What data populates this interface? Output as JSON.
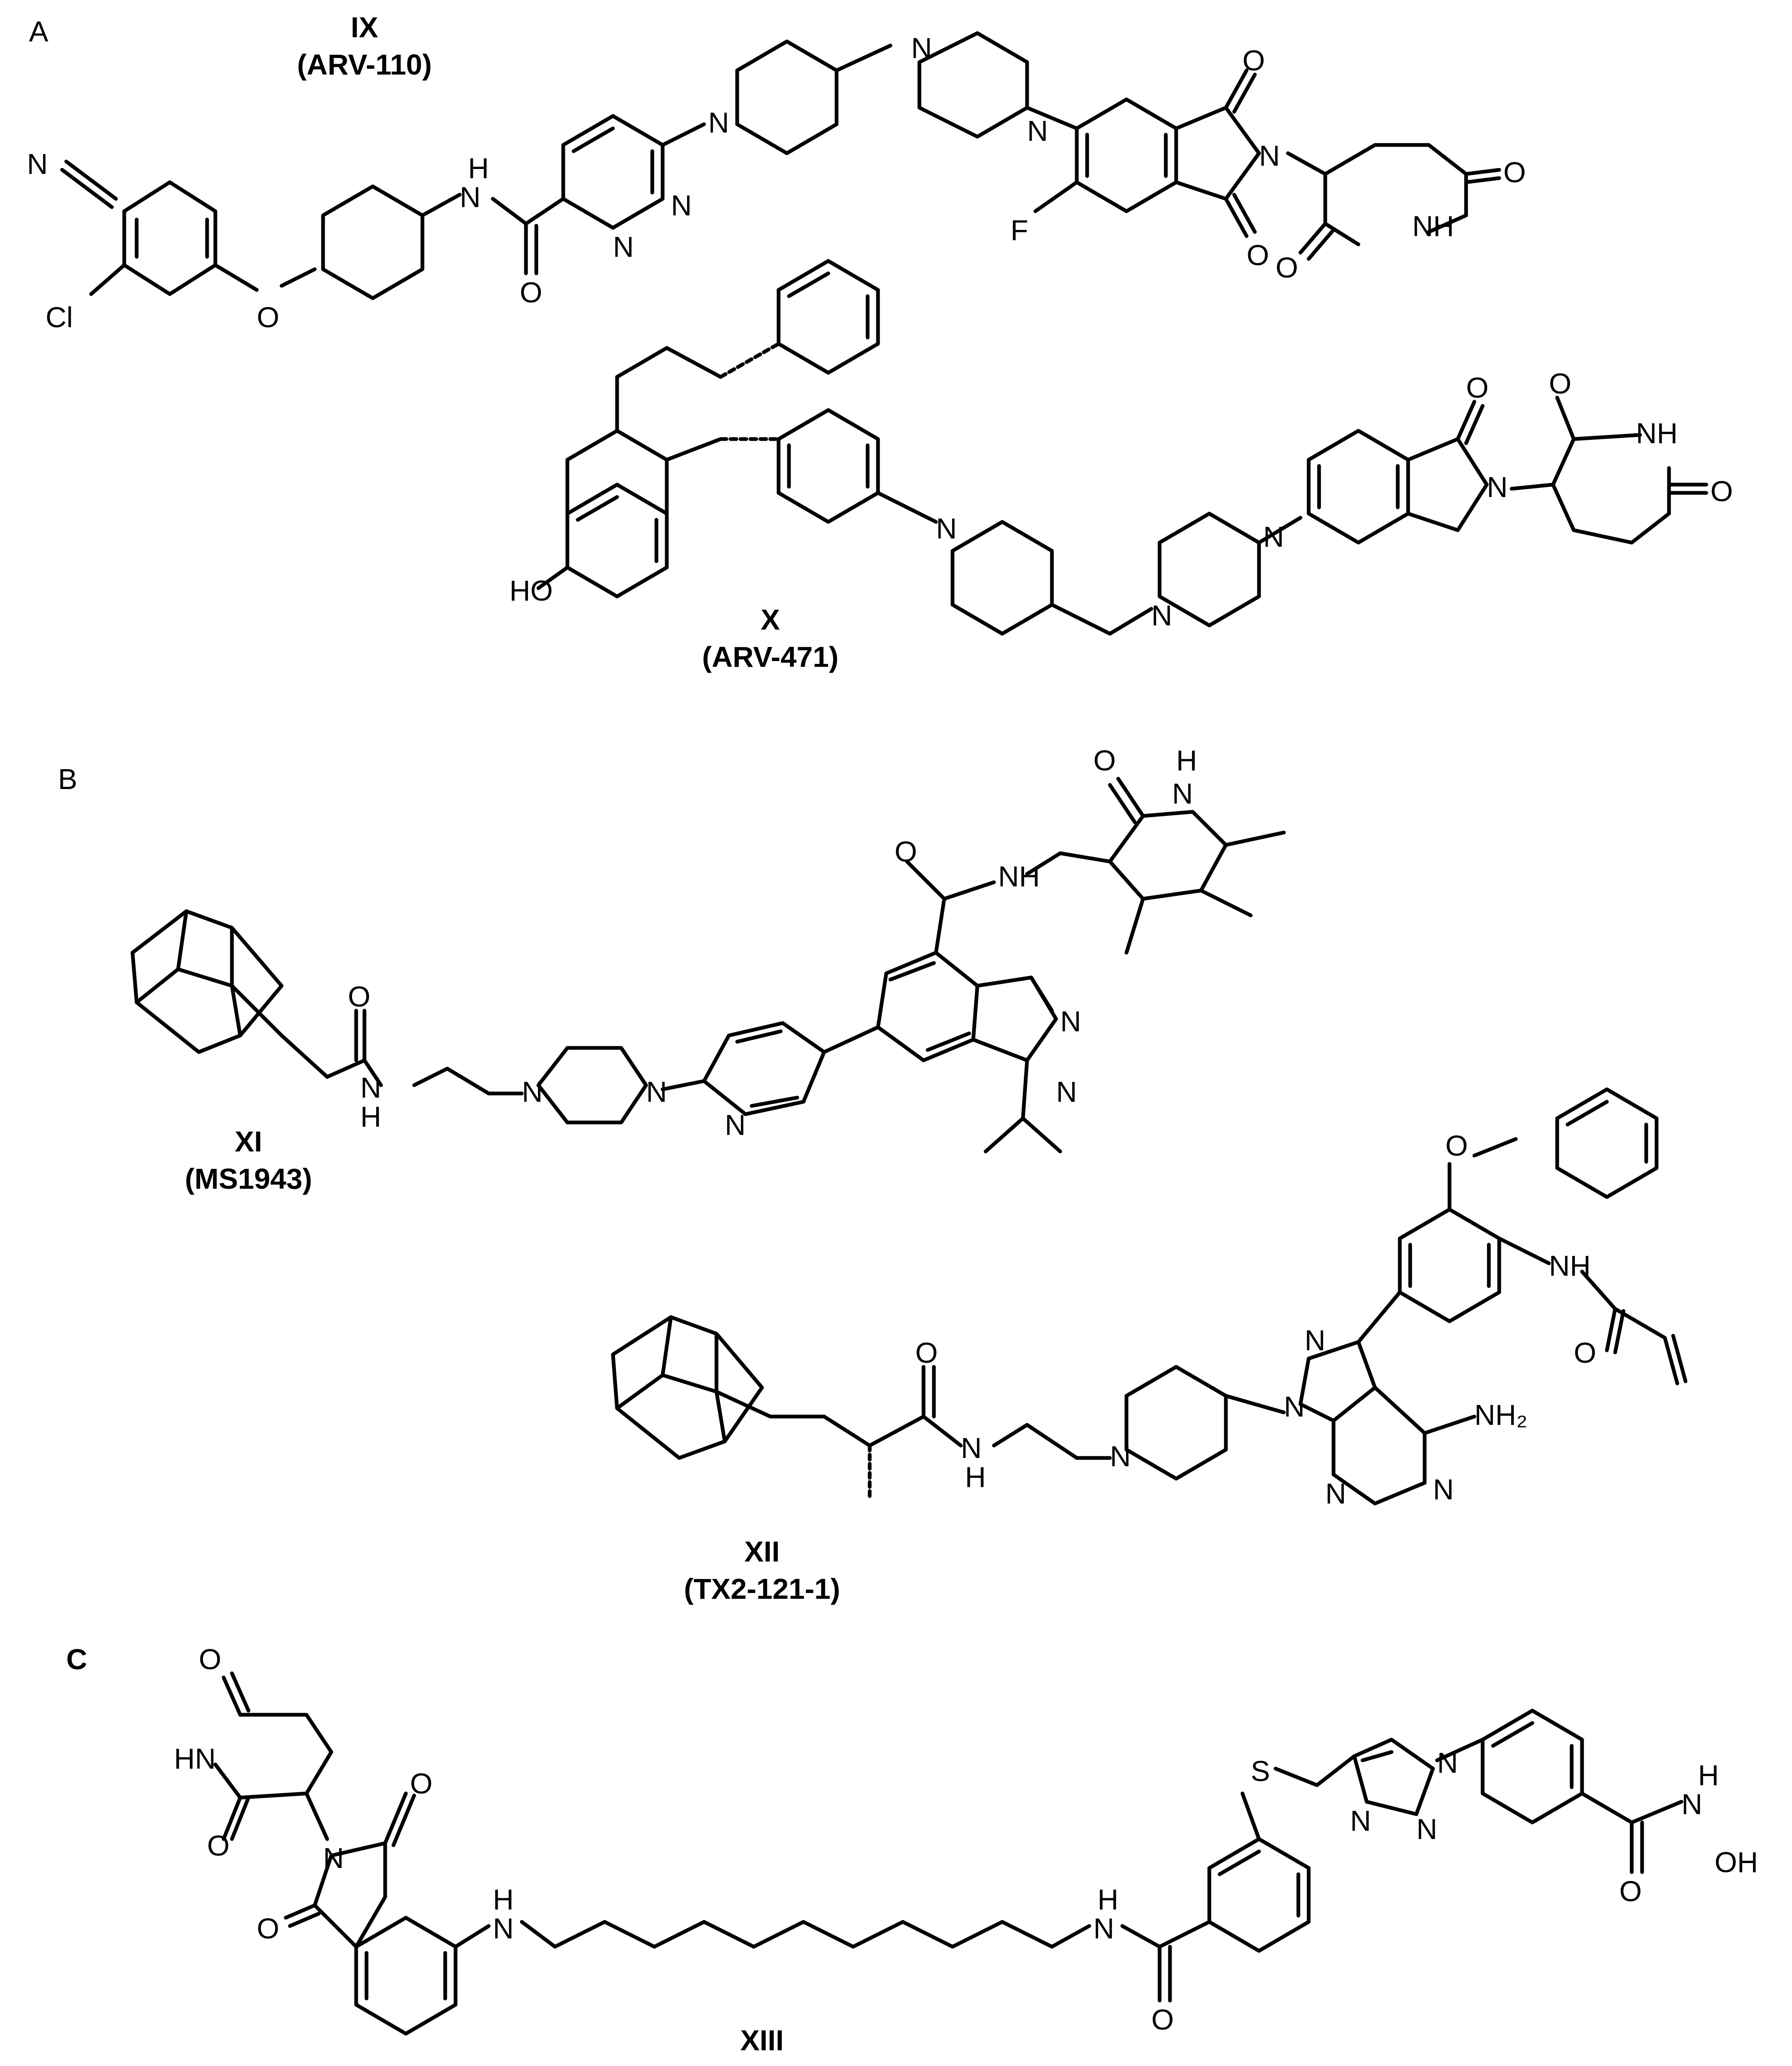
{
  "panels": [
    {
      "label": "A",
      "compounds": [
        {
          "roman": "IX",
          "code": "(ARV-110)"
        },
        {
          "roman": "X",
          "code": "(ARV-471)"
        }
      ]
    },
    {
      "label": "B",
      "compounds": [
        {
          "roman": "XI",
          "code": "(MS1943)"
        },
        {
          "roman": "XII",
          "code": "(TX2-121-1)"
        }
      ]
    },
    {
      "label": "C",
      "compounds": [
        {
          "roman": "XIII",
          "code": ""
        }
      ]
    }
  ],
  "atoms": {
    "N": "N",
    "NH": "NH",
    "H": "H",
    "HN": "HN",
    "O": "O",
    "F": "F",
    "Cl": "Cl",
    "S": "S",
    "HO": "HO",
    "OH": "OH",
    "NH2": "NH₂"
  }
}
